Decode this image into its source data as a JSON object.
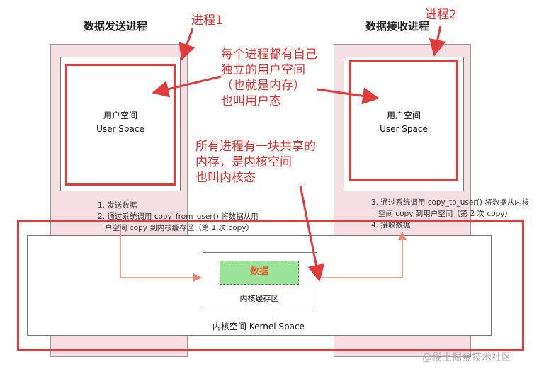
{
  "sender": {
    "title": "数据发送进程",
    "tag": "进程1",
    "user_space_cn": "用户空间",
    "user_space_en": "User Space",
    "steps": "1. 发送数据\n2. 通过系统调用 copy_from_user() 将数据从用\n   户空间 copy 到内核缓存区（第 1 次 copy）"
  },
  "receiver": {
    "title": "数据接收进程",
    "tag": "进程2",
    "user_space_cn": "用户空间",
    "user_space_en": "User Space",
    "steps": "3. 通过系统调用 copy_to_user() 将数据从内核\n   空间 copy 到用户空间（第 2 次 copy）\n4. 接收数据"
  },
  "kernel": {
    "label": "内核空间 Kernel Space",
    "buffer_label": "内核缓存区",
    "data_label": "数据"
  },
  "annotations": {
    "user_space_note": "每个进程都有自己\n独立的用户空间\n（也就是内存）\n也叫用户态",
    "kernel_note": "所有进程有一块共享的\n内存，是内核空间\n也叫内核态"
  },
  "watermark": "@稀土掘金技术社区",
  "colors": {
    "annotation_red": "#e23b3b",
    "process_pink": "#f5dfe4",
    "data_green": "#9be39b",
    "flow_arrow": "#e8836f"
  }
}
